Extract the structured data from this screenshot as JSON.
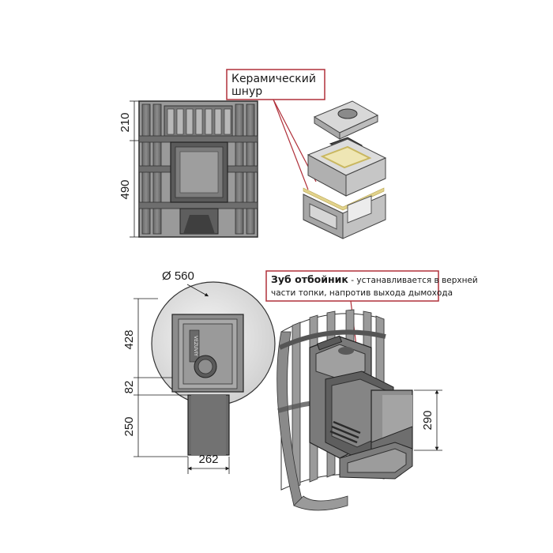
{
  "callouts": {
    "ceramic_cord_line1": "Керамический",
    "ceramic_cord_line2": "шнур",
    "tooth_title": "Зуб отбойник",
    "tooth_rest": " - устанавливается в верхней",
    "tooth_line2": "части топки, напротив выхода дымохода"
  },
  "dimensions": {
    "top_height_upper": "210",
    "top_height_lower": "490",
    "diameter": "Ø 560",
    "side_height_upper": "428",
    "side_height_middle": "82",
    "side_height_lower": "250",
    "base_width": "262",
    "tunnel_height": "290"
  },
  "labels": {
    "brand_plate": "VEZUVIY"
  },
  "colors": {
    "callout_border": "#b0303a",
    "metal_dark": "#5a5a5a",
    "metal_mid": "#8a8a8a",
    "metal_light": "#c4c4c4",
    "cord": "#e2d38c"
  }
}
